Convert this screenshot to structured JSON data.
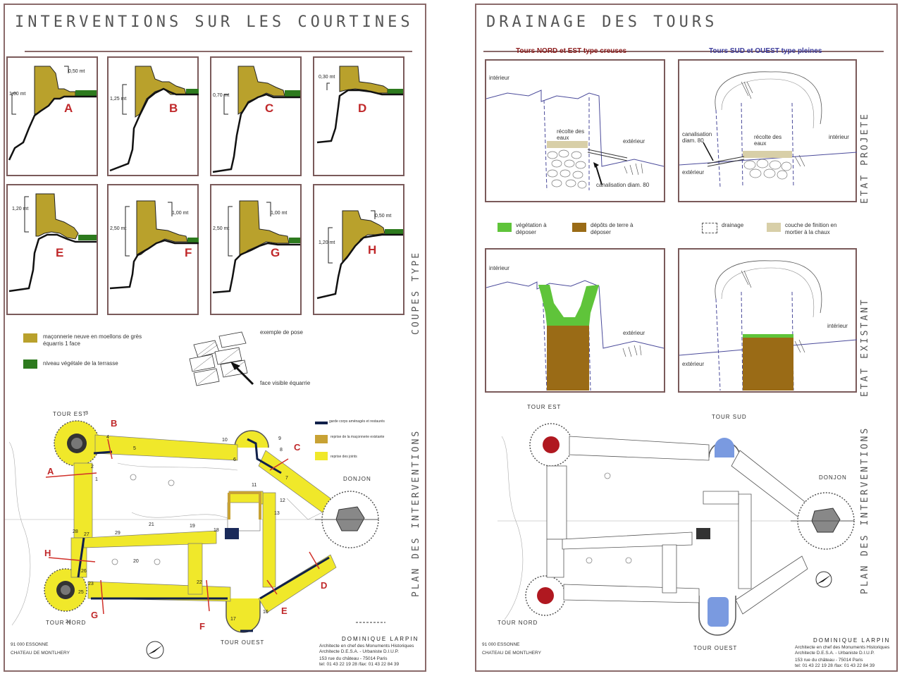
{
  "left": {
    "title": "INTERVENTIONS SUR LES COURTINES",
    "vlabel_sections": "COUPES TYPE",
    "vlabel_plan": "PLAN DES INTERVENTIONS",
    "sections": [
      {
        "letter": "A",
        "dim1": "0,50 mt",
        "dim2": "1,00 mt"
      },
      {
        "letter": "B",
        "dim1": "1,25 mt"
      },
      {
        "letter": "C",
        "dim1": "0,70 mt"
      },
      {
        "letter": "D",
        "dim1": "0,30 mt"
      },
      {
        "letter": "E",
        "dim1": "1,20 mt"
      },
      {
        "letter": "F",
        "dim1": "2,50 mt",
        "dim2": "1,00 mt"
      },
      {
        "letter": "G",
        "dim1": "2,50 mt",
        "dim2": "1,00 mt"
      },
      {
        "letter": "H",
        "dim1": "0,50 mt",
        "dim2": "1,20 mt"
      }
    ],
    "legend": {
      "masonry": "maçonnerie neuve en moellons de grès équarris 1 face",
      "vegetal": "niveau végétale de la terrasse",
      "example_title": "exemple de pose",
      "example_face": "face visible équarrie"
    },
    "plan_legend": {
      "gardecorps": "garde corps aménagés et restaurés",
      "reprise_maconnerie": "reprise de la maçonnerie existante",
      "reprise_joints": "reprise des joints"
    },
    "towers": {
      "est": "TOUR EST",
      "nord": "TOUR NORD",
      "ouest": "TOUR OUEST",
      "donjon": "DONJON"
    },
    "plan_letters": [
      "A",
      "B",
      "C",
      "D",
      "E",
      "F",
      "G",
      "H"
    ],
    "plan_numbers": [
      "1",
      "2",
      "3",
      "4",
      "5",
      "6",
      "7",
      "8",
      "9",
      "10",
      "11",
      "12",
      "13",
      "16",
      "17",
      "18",
      "19",
      "20",
      "21",
      "22",
      "23",
      "24",
      "25",
      "26",
      "27",
      "28",
      "29"
    ],
    "location1": "91 000 ESSONNE",
    "location2": "CHATEAU DE MONTLHERY",
    "credit_name": "DOMINIQUE LARPIN",
    "credit1": "Architecte en chef des Monuments Historiques",
    "credit2": "Architecte D.E.S.A. - Urbaniste D.I.U.P.",
    "credit3": "153 rue du château - 75014 Paris",
    "credit4": "tel: 01 43 22 19 28 /fax: 01 43 22 84 39"
  },
  "right": {
    "title": "DRAINAGE DES TOURS",
    "sub_nord": "Tours NORD et EST type creuses",
    "sub_sud": "Tours SUD et OUEST type pleines",
    "vlabel_proj": "ETAT PROJETE",
    "vlabel_exist": "ETAT EXISTANT",
    "vlabel_plan": "PLAN DES INTERVENTIONS",
    "labels": {
      "interieur": "intérieur",
      "exterieur": "extérieur",
      "recolte": "récolte des eaux",
      "canalisation": "canalisation diam. 80"
    },
    "legend": {
      "vegetation": "végétation à déposer",
      "depots": "dépôts de terre à déposer",
      "drainage": "drainage",
      "couche": "couche de finition en mortier à la chaux"
    },
    "towers": {
      "est": "TOUR EST",
      "nord": "TOUR NORD",
      "ouest": "TOUR OUEST",
      "sud": "TOUR SUD",
      "donjon": "DONJON"
    },
    "location1": "91 000 ESSONNE",
    "location2": "CHATEAU DE MONTLHERY",
    "credit_name": "DOMINIQUE LARPIN",
    "credit1": "Architecte en chef des Monuments Historiques",
    "credit2": "Architecte D.E.S.A. - Urbaniste D.I.U.P.",
    "credit3": "153 rue du château - 75014 Paris",
    "credit4": "tel: 01 43 22 19 28 /fax: 01 43 22 84 39"
  },
  "colors": {
    "masonry": "#b9a12c",
    "vegetal": "#2d7a1e",
    "joints": "#f0e82a",
    "reprise": "#c8a234",
    "gardecorps": "#10204a",
    "red_letter": "#c0282a",
    "veg_green": "#5fc43a",
    "soil": "#9a6b16",
    "mortar": "#d8cfa8",
    "tower_red": "#b01820",
    "tower_blue": "#7a9ae0",
    "nord_heading": "#8b1a1a",
    "sud_heading": "#3a3a9a"
  }
}
